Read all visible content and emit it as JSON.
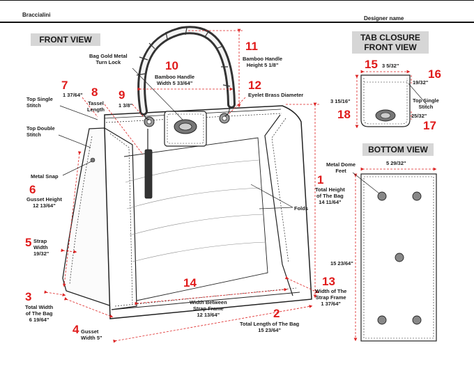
{
  "header": {
    "brand": "Braccialini",
    "designer": "Designer name"
  },
  "sections": {
    "front": "FRONT VIEW",
    "tab_closure_1": "TAB CLOSURE",
    "tab_closure_2": "FRONT VIEW",
    "bottom": "BOTTOM VIEW"
  },
  "callouts": {
    "c1": {
      "num": "1",
      "text": [
        "Total Height",
        "of The Bag",
        "14 11/64\""
      ]
    },
    "c2": {
      "num": "2",
      "text": [
        "Total Length of  The Bag",
        "15 23/64\""
      ]
    },
    "c3": {
      "num": "3",
      "text": [
        "Total Width",
        "of  The Bag",
        "6 19/64\""
      ]
    },
    "c4": {
      "num": "4",
      "text": [
        "Gusset",
        "Width 5\""
      ]
    },
    "c5": {
      "num": "5",
      "text": [
        "Strap",
        "Width",
        "19/32\""
      ]
    },
    "c6": {
      "num": "6",
      "text": [
        "Gusset Height",
        "12 13/64\""
      ]
    },
    "c7": {
      "num": "7",
      "text": [
        "1 37/64\""
      ]
    },
    "c8": {
      "num": "8",
      "text": [
        "Tassel",
        "Length"
      ]
    },
    "c9": {
      "num": "9",
      "text": [
        "1 3/8\""
      ]
    },
    "c10": {
      "num": "10",
      "text": [
        "Bamboo Handle",
        "Width 5 33/64\""
      ]
    },
    "c11": {
      "num": "11",
      "text": [
        "Bamboo Handle",
        "Height 5 1/8\""
      ]
    },
    "c12": {
      "num": "12",
      "text": [
        "Eyelet Brass Diameter"
      ]
    },
    "c13": {
      "num": "13",
      "text": [
        "Width of The",
        "Strap Frame",
        "1 37/64\""
      ]
    },
    "c14": {
      "num": "14",
      "text": [
        "Width Between",
        "Strap Frame",
        "12 13/64\""
      ]
    },
    "c15": {
      "num": "15",
      "text": [
        "3 5/32\""
      ]
    },
    "c16": {
      "num": "16",
      "text": [
        "19/32\""
      ]
    },
    "c17": {
      "num": "17",
      "text": [
        "25/32\""
      ]
    },
    "c18": {
      "num": "18",
      "text": [
        "3 15/16\""
      ]
    }
  },
  "labels": {
    "turn_lock": [
      "Bag Gold Metal",
      "Turn Lock"
    ],
    "top_single_stitch": [
      "Top Single",
      "Stitch"
    ],
    "top_double_stitch": [
      "Top Double",
      "Stitch"
    ],
    "metal_snap": "Metal Snap",
    "folds": "Folds",
    "tab_top_stitch": [
      "Top Single",
      "Stitch"
    ],
    "metal_dome_feet": [
      "Metal Dome",
      "Feet"
    ],
    "bottom_width": "5 29/32\"",
    "bottom_length": "15 23/64\""
  }
}
